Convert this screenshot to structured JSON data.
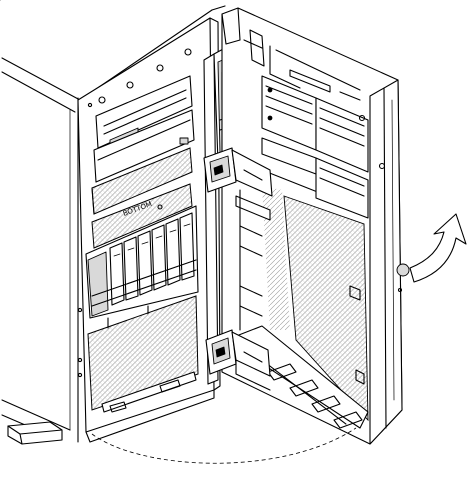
{
  "figure": {
    "bay_label": "BOTTOM",
    "colors": {
      "line": "#000000",
      "background": "#ffffff",
      "mesh": "#bbbbbb",
      "shade": "#d9d9d9"
    },
    "icons": [
      "server-chassis",
      "open-bezel-door",
      "rotation-arrow-icon"
    ]
  }
}
